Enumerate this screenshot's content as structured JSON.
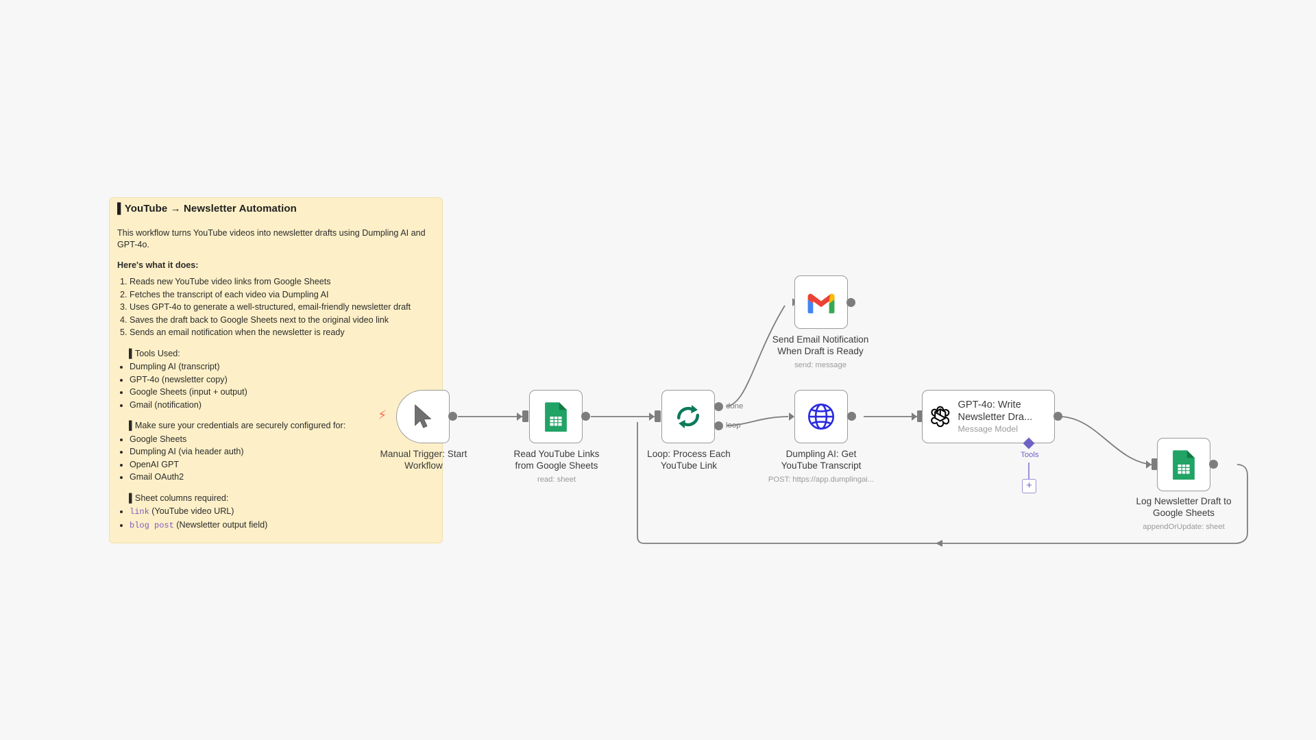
{
  "canvas": {
    "background": "#f7f7f7"
  },
  "sticky_note": {
    "title": "▌YouTube → Newsletter Automation",
    "intro": "This workflow turns YouTube videos into newsletter drafts using Dumpling AI and GPT-4o.",
    "what_it_does_heading": "Here's what it does:",
    "steps": [
      "Reads new YouTube video links from Google Sheets",
      "Fetches the transcript of each video via Dumpling AI",
      "Uses GPT-4o to generate a well-structured, email-friendly newsletter draft",
      "Saves the draft back to Google Sheets next to the original video link",
      "Sends an email notification when the newsletter is ready"
    ],
    "tools_heading": "▌Tools Used:",
    "tools": [
      "Dumpling AI (transcript)",
      "GPT-4o (newsletter copy)",
      "Google Sheets (input + output)",
      "Gmail (notification)"
    ],
    "credentials_heading": "▌Make sure your credentials are securely configured for:",
    "credentials": [
      "Google Sheets",
      "Dumpling AI (via header auth)",
      "OpenAI GPT",
      "Gmail OAuth2"
    ],
    "columns_heading": "▌Sheet columns required:",
    "columns": [
      {
        "code": "link",
        "desc": " (YouTube video URL)"
      },
      {
        "code": "blog post",
        "desc": " (Newsletter output field)"
      }
    ],
    "colors": {
      "background": "#fdf0c8",
      "border": "#f2dfa5",
      "code": "#7a5bbd"
    }
  },
  "nodes": [
    {
      "id": "manual-trigger",
      "name": "Manual Trigger: Start Workflow",
      "subtitle": "",
      "icon": "cursor-pointer-icon",
      "badge": "lightning-bolt-icon"
    },
    {
      "id": "read-sheets",
      "name": "Read YouTube Links from Google Sheets",
      "subtitle": "read: sheet",
      "icon": "google-sheets-icon"
    },
    {
      "id": "loop",
      "name": "Loop: Process Each YouTube Link",
      "subtitle": "",
      "icon": "loop-refresh-icon",
      "outputs": [
        "done",
        "loop"
      ]
    },
    {
      "id": "gmail",
      "name": "Send Email Notification When Draft is Ready",
      "subtitle": "send: message",
      "icon": "gmail-icon"
    },
    {
      "id": "dumpling",
      "name": "Dumpling AI: Get YouTube Transcript",
      "subtitle": "POST: https://app.dumplingai...",
      "icon": "globe-http-icon"
    },
    {
      "id": "gpt4o",
      "name": "GPT-4o: Write Newsletter Dra...",
      "subtitle": "Message Model",
      "icon": "openai-icon",
      "sub_connector": {
        "label": "Tools",
        "add_button": "+"
      }
    },
    {
      "id": "log-sheets",
      "name": "Log Newsletter Draft to Google Sheets",
      "subtitle": "appendOrUpdate: sheet",
      "icon": "google-sheets-icon"
    }
  ]
}
